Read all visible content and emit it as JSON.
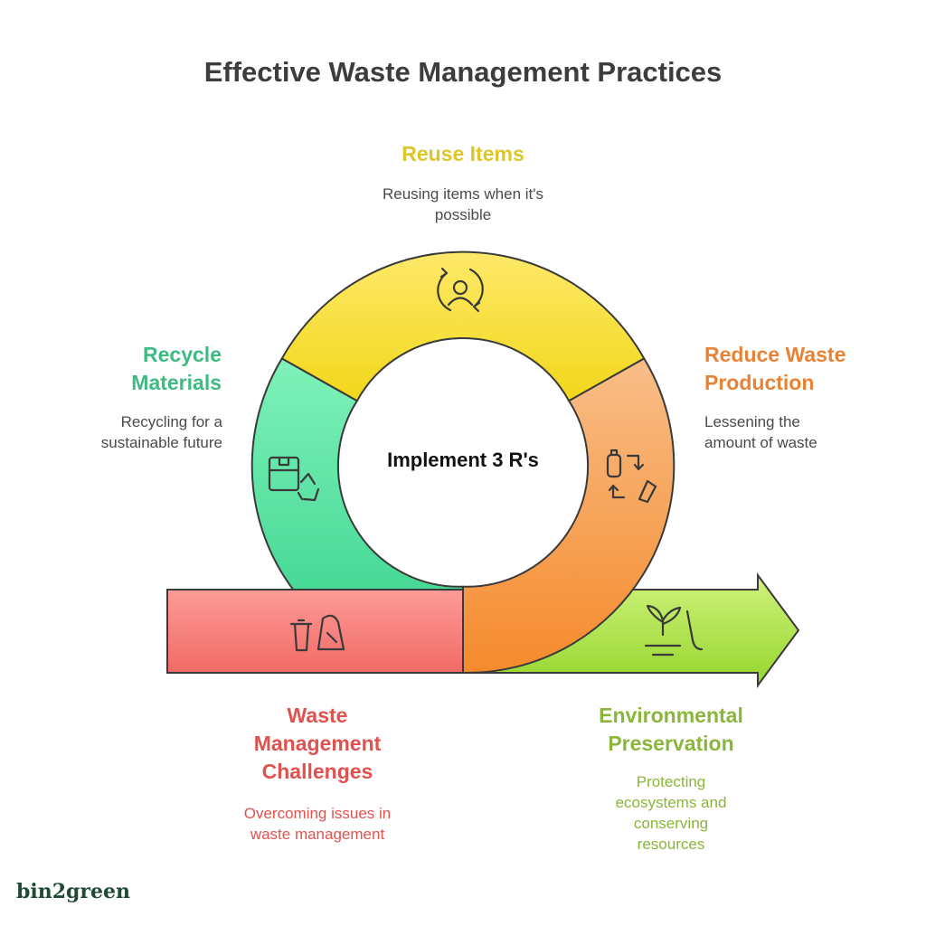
{
  "title": "Effective Waste Management Practices",
  "center": "Implement 3 R's",
  "stages": {
    "reuse": {
      "title": "Reuse Items",
      "description": "Reusing items when it's possible",
      "color": "#ddc62a",
      "icon": "reuse-person-icon"
    },
    "recycle": {
      "title": "Recycle Materials",
      "description": "Recycling for a sustainable future",
      "color": "#3dbb80",
      "icon": "box-recycle-icon"
    },
    "reduce": {
      "title": "Reduce Waste Production",
      "description": "Lessening the amount of waste",
      "color": "#e88336",
      "icon": "bottle-swap-icon"
    },
    "challenges": {
      "title": "Waste Management Challenges",
      "description": "Overcoming issues in waste management",
      "color": "#e0524f",
      "icon": "trash-bin-icon"
    },
    "preservation": {
      "title": "Environmental Preservation",
      "description": "Protecting ecosystems and conserving resources",
      "color": "#8ab63a",
      "icon": "plant-sprout-icon"
    }
  },
  "brand": "bin2green"
}
